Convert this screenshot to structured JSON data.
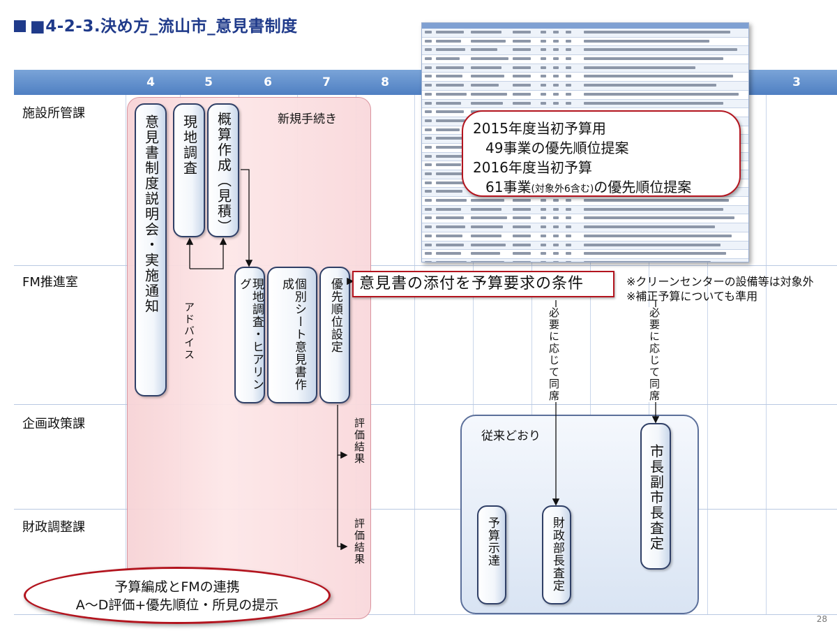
{
  "title": "■4-2-3.決め方_流山市_意見書制度",
  "months": [
    "4",
    "5",
    "6",
    "7",
    "8",
    "3"
  ],
  "departments": [
    "施設所管課",
    "FM推進室",
    "企画政策課",
    "財政調整課"
  ],
  "panels": {
    "new_procedure": "新規手続き",
    "as_before": "従来どおり"
  },
  "boxes": {
    "briefing": "意見書制度説明会・実施通知",
    "site_survey_dept": "現地調査",
    "estimate": "概算作成（見積）",
    "site_survey_hearing": "現地調査・ヒアリング",
    "sheet_opinion": "個別シート意見書作成",
    "priority": "優先順位設定",
    "budget_notice": "予算示達",
    "finance_director": "財政部長査定",
    "mayor": "市長副市長査定"
  },
  "labels": {
    "advice": "アドバイス",
    "eval_result_1": "評価結果",
    "eval_result_2": "評価結果",
    "attend_1": "必要に応じて同席",
    "attend_2": "必要に応じて同席"
  },
  "callout": {
    "line1": "2015年度当初予算用",
    "line2": "49事業の優先順位提案",
    "line3": "2016年度当初予算",
    "line4_a": "61事業",
    "line4_b": "(対象外6含む)",
    "line4_c": "の優先順位提案"
  },
  "condition": "意見書の添付を予算要求の条件",
  "notes": [
    "※クリーンセンターの設備等は対象外",
    "※補正予算についても準用"
  ],
  "bottom": {
    "line1": "予算編成とFMの連携",
    "line2": "A〜D評価+優先順位・所見の提示"
  },
  "page_number": "28",
  "colors": {
    "header": "#4f7fc2",
    "accent_red": "#b3141e",
    "box_border": "#2f3f66"
  }
}
